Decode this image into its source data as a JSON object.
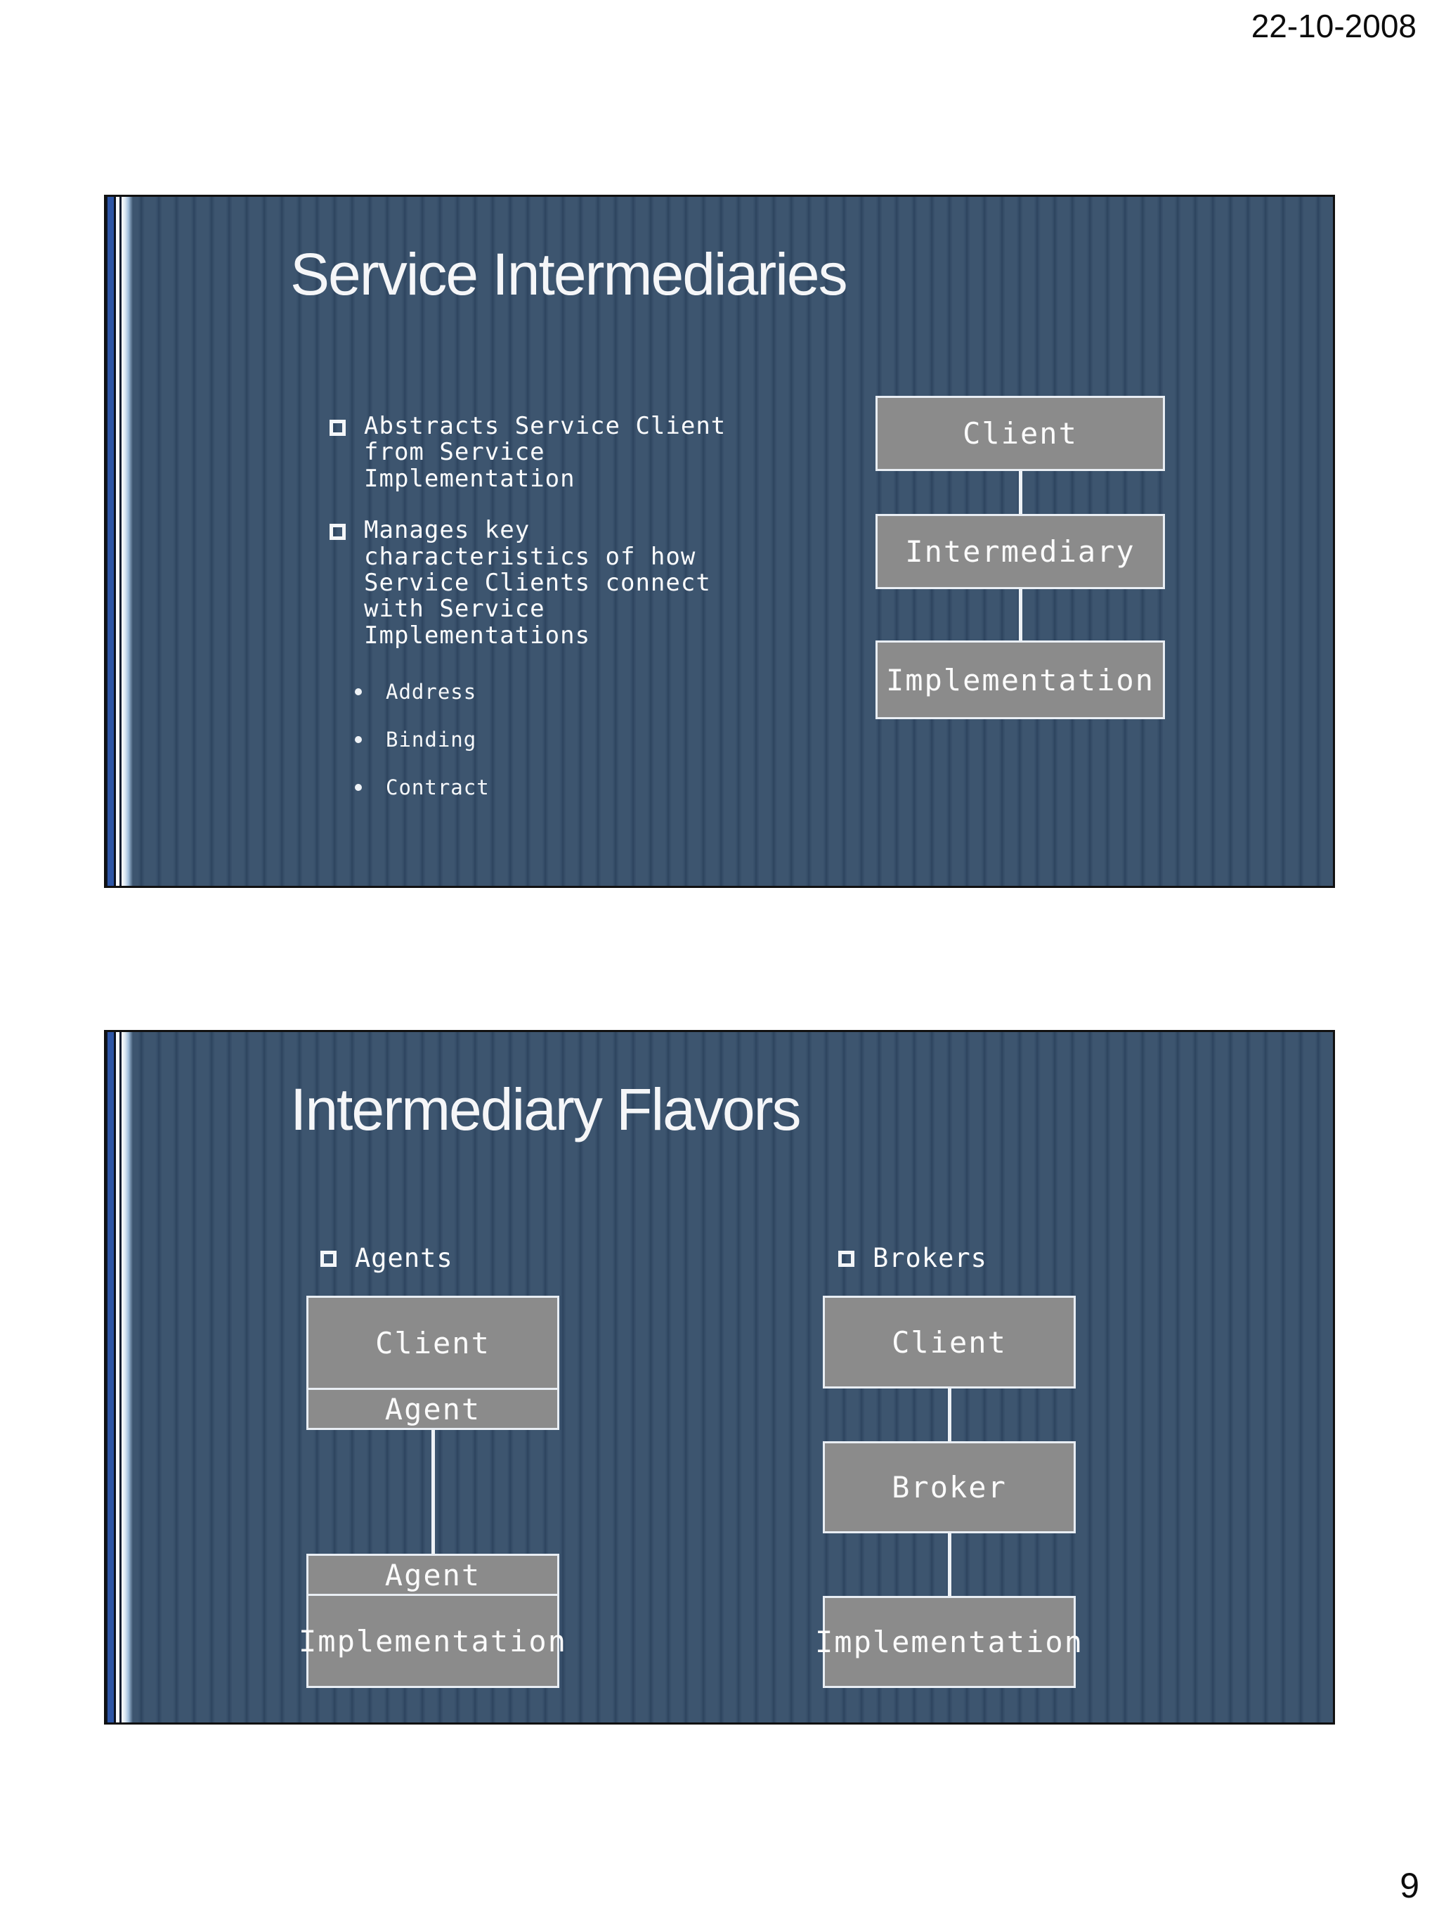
{
  "page": {
    "date": "22-10-2008",
    "number": "9"
  },
  "colors": {
    "slide_background": "#3b536e",
    "stripe_dark": "#2d445e",
    "box_gray": "#8b8b8b",
    "box_border": "#e9eef4",
    "accent_blue": "#2d55a5",
    "text_light": "#fbfcfd"
  },
  "slide1": {
    "title": "Service Intermediaries",
    "bullets": [
      {
        "text": "Abstracts Service Client\nfrom Service\nImplementation"
      },
      {
        "text": "Manages key\ncharacteristics of how\nService Clients connect\nwith Service\nImplementations"
      }
    ],
    "sub_bullets": [
      {
        "text": "Address"
      },
      {
        "text": "Binding"
      },
      {
        "text": "Contract"
      }
    ],
    "diagram": {
      "boxes": [
        {
          "label": "Client"
        },
        {
          "label": "Intermediary"
        },
        {
          "label": "Implementation"
        }
      ]
    }
  },
  "slide2": {
    "title": "Intermediary Flavors",
    "agents": {
      "label": "Agents",
      "top": {
        "main": "Client",
        "attached": "Agent"
      },
      "bottom": {
        "attached": "Agent",
        "main": "Implementation"
      }
    },
    "brokers": {
      "label": "Brokers",
      "boxes": [
        {
          "label": "Client"
        },
        {
          "label": "Broker"
        },
        {
          "label": "Implementation"
        }
      ]
    }
  }
}
